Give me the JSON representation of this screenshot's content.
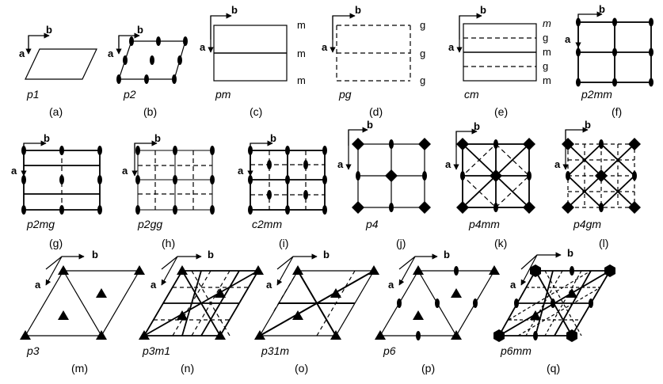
{
  "axes": {
    "a": "a",
    "b": "b"
  },
  "panels": {
    "a": {
      "name": "p1",
      "label": "(a)"
    },
    "b": {
      "name": "p2",
      "label": "(b)"
    },
    "c": {
      "name": "pm",
      "label": "(c)",
      "lines": [
        "m",
        "m",
        "m"
      ]
    },
    "d": {
      "name": "pg",
      "label": "(d)",
      "lines": [
        "g",
        "g",
        "g"
      ]
    },
    "e": {
      "name": "cm",
      "label": "(e)",
      "lines": [
        "m",
        "g",
        "m",
        "g",
        "m"
      ]
    },
    "f": {
      "name": "p2mm",
      "label": "(f)"
    },
    "g": {
      "name": "p2mg",
      "label": "(g)"
    },
    "h": {
      "name": "p2gg",
      "label": "(h)"
    },
    "i": {
      "name": "c2mm",
      "label": "(i)"
    },
    "j": {
      "name": "p4",
      "label": "(j)"
    },
    "k": {
      "name": "p4mm",
      "label": "(k)"
    },
    "l": {
      "name": "p4gm",
      "label": "(l)"
    },
    "m": {
      "name": "p3",
      "label": "(m)"
    },
    "n": {
      "name": "p3m1",
      "label": "(n)"
    },
    "o": {
      "name": "p31m",
      "label": "(o)"
    },
    "p": {
      "name": "p6",
      "label": "(p)"
    },
    "q": {
      "name": "p6mm",
      "label": "(q)"
    }
  }
}
